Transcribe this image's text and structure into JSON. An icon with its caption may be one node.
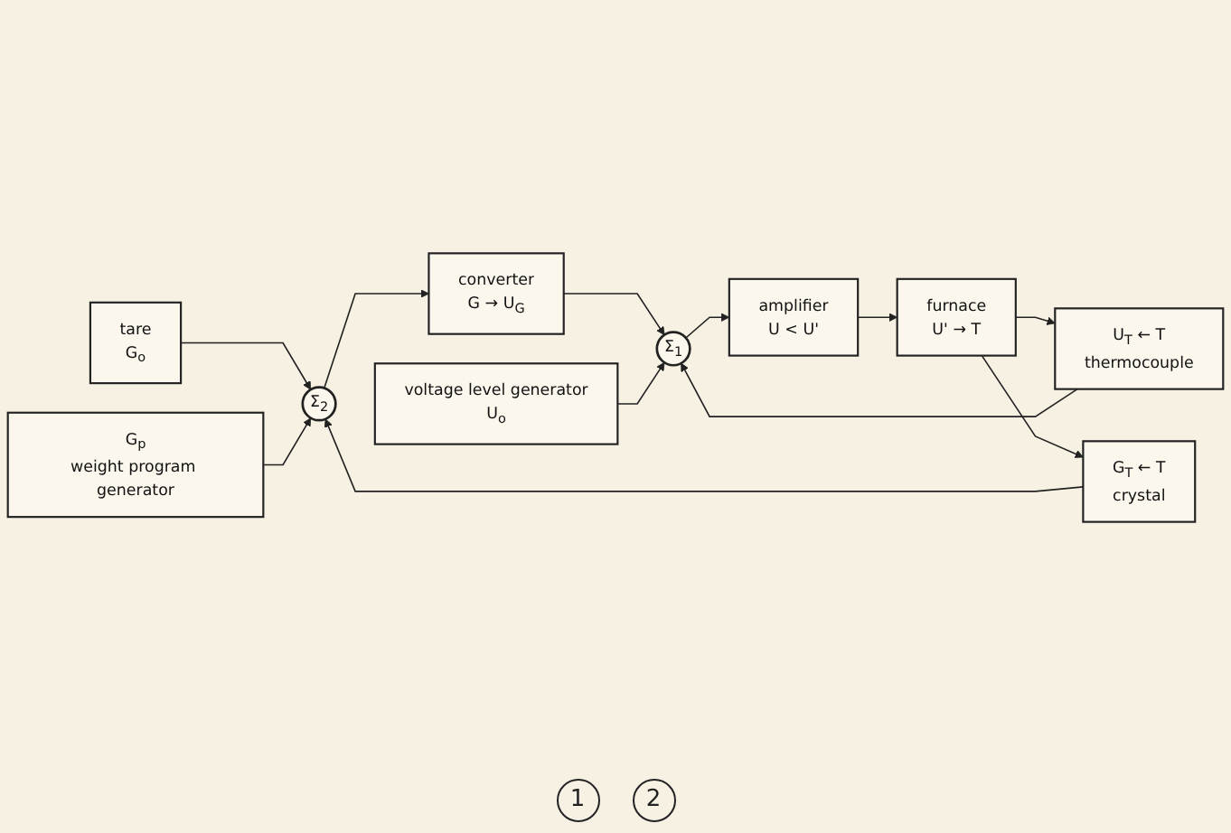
{
  "diagram": {
    "nodes": [
      {
        "text": [
          "tare",
          "G$_{o}$"
        ]
      },
      {
        "text": [
          "G$_{p}$",
          "weight program generator"
        ]
      },
      {
        "text": [
          "Σ$_{2}$"
        ]
      },
      {
        "text": [
          "converter",
          "G → U$_{G}$"
        ]
      },
      {
        "text": [
          "voltage level generator",
          "U$_{o}$"
        ]
      },
      {
        "text": [
          "Σ$_{1}$"
        ]
      },
      {
        "text": [
          "amplifier",
          "U < U'"
        ]
      },
      {
        "text": [
          "furnace",
          "U' → T"
        ]
      },
      {
        "text": [
          "U$_{T}$ ← T",
          "thermocouple"
        ]
      },
      {
        "text": [
          "G$_{T}$ ← T",
          "crystal"
        ]
      }
    ],
    "edges": [
      {
        "from": 0,
        "to": 2,
        "arrow": "to"
      },
      {
        "from": 1,
        "to": 2,
        "arrow": "to"
      },
      {
        "from": 2,
        "to": 3,
        "arrow": "to"
      },
      {
        "from": 3,
        "to": 5,
        "arrow": "to"
      },
      {
        "from": 4,
        "to": 5,
        "arrow": "to"
      },
      {
        "from": 5,
        "to": 6,
        "arrow": "to"
      },
      {
        "from": 6,
        "to": 7,
        "arrow": "to"
      },
      {
        "from": 7,
        "to": 8,
        "arrow": "to"
      },
      {
        "from": 8,
        "to": 5,
        "arrow": "to"
      },
      {
        "from": 7,
        "to": 9,
        "arrow": "to"
      },
      {
        "from": 9,
        "to": 2,
        "arrow": "to"
      }
    ],
    "labels": [
      "1",
      "2"
    ]
  }
}
